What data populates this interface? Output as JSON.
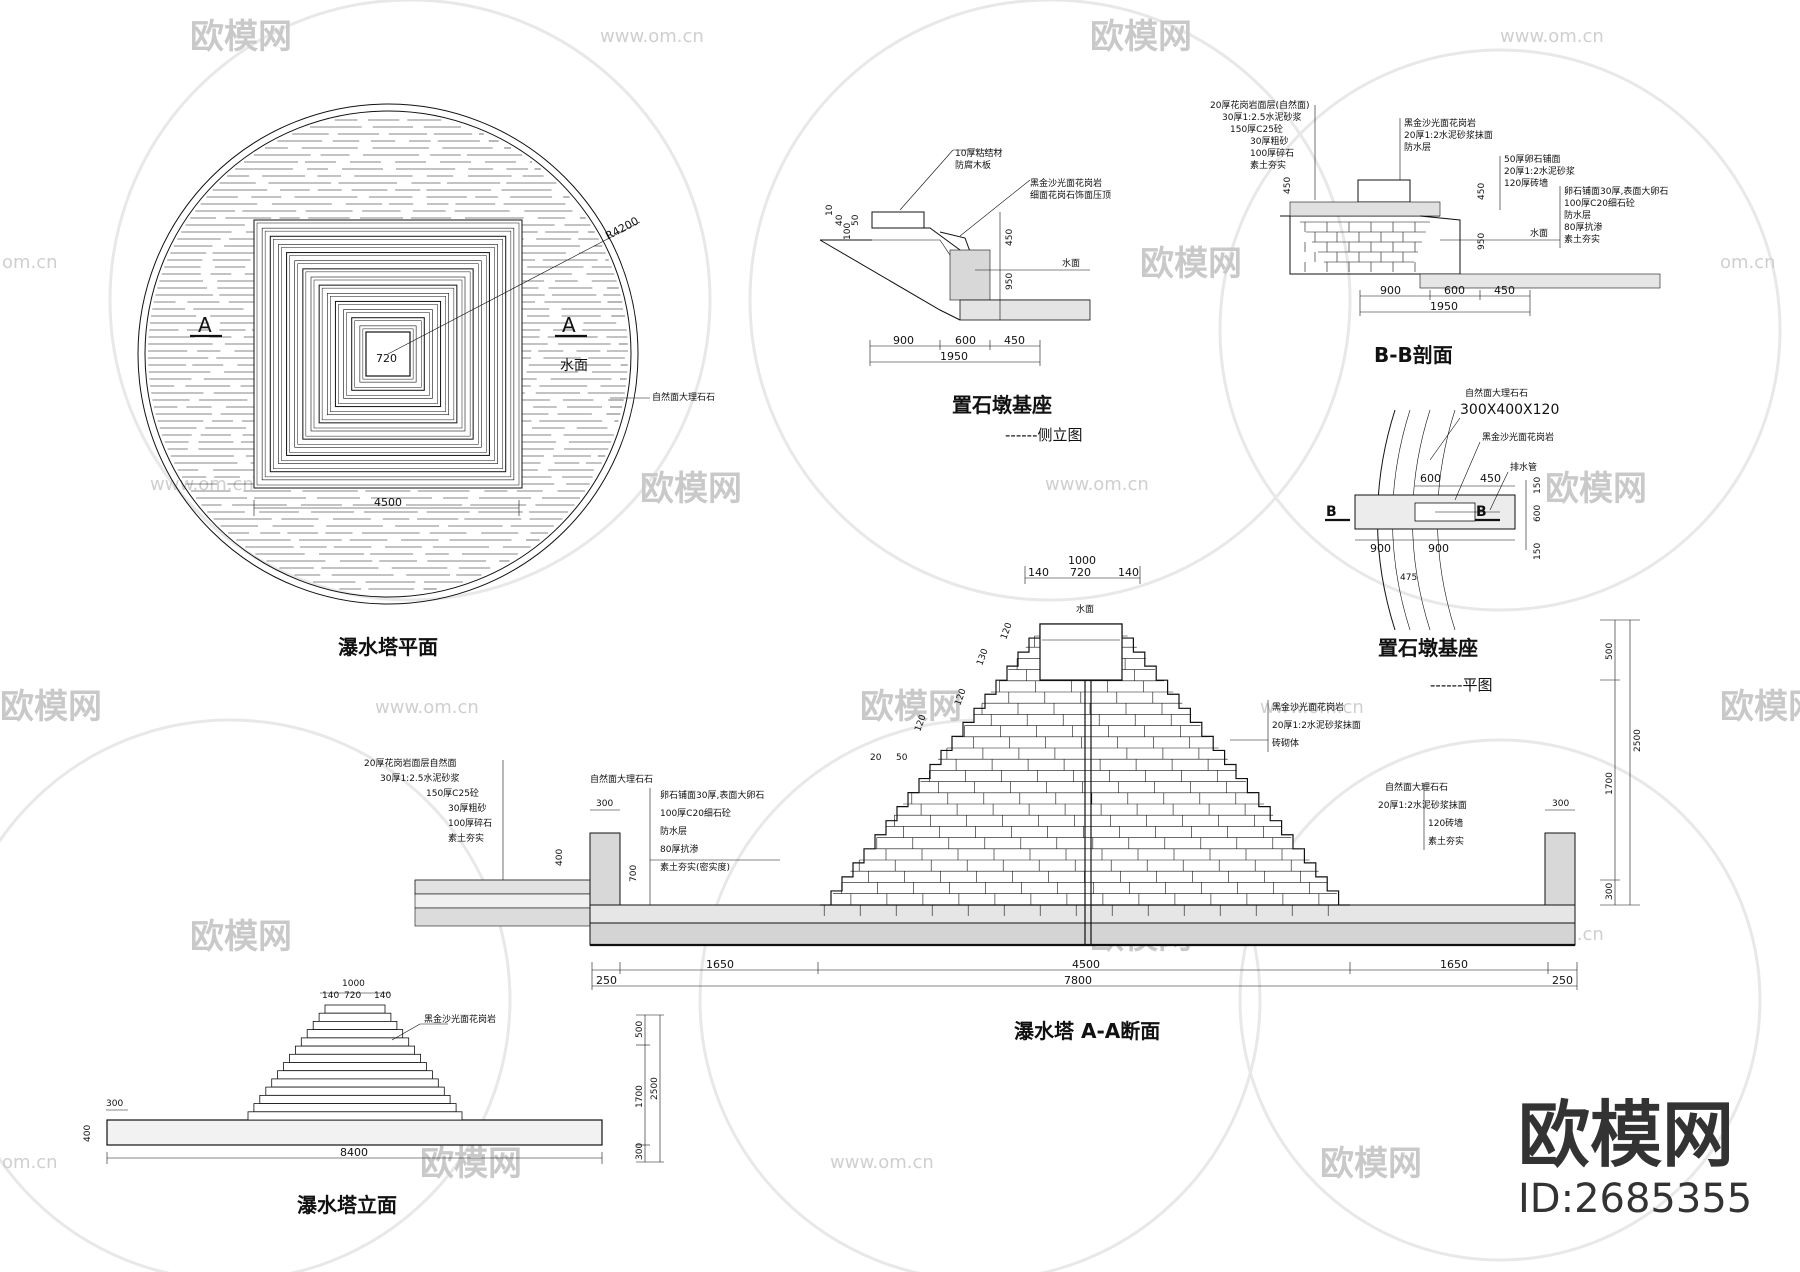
{
  "titles": {
    "plan": "瀑水塔平面",
    "section_aa": "瀑水塔 A-A断面",
    "elevation": "瀑水塔立面",
    "stone_base_side": "置石墩基座",
    "stone_base_side_sub": "------侧立图",
    "bb": "B-B剖面",
    "stone_base_plan": "置石墩基座",
    "stone_base_plan_sub": "------平图"
  },
  "plan": {
    "section_left": "A",
    "section_right": "A",
    "water_label": "水面",
    "radius_label": "R4200",
    "inner_dim": "720",
    "width_dim": "4500",
    "stone_note": "自然面大理石石"
  },
  "side": {
    "dims_bottom": [
      "900",
      "600",
      "450"
    ],
    "dim_total": "1950",
    "dims_left": [
      "10",
      "40",
      "100",
      "50"
    ],
    "dims_right": [
      "450",
      "950"
    ],
    "notes": [
      "10厚粘结材",
      "防腐木板",
      "黑金沙光面花岗岩",
      "细面花岗石饰面压顶"
    ],
    "water_mark": "水面"
  },
  "bb": {
    "dims_bottom": [
      "900",
      "600",
      "450"
    ],
    "dim_total": "1950",
    "dims_right": [
      "450",
      "950"
    ],
    "dim_left": "450",
    "notes_left": [
      "20厚花岗岩面层(自然面)",
      "30厚1:2.5水泥砂浆",
      "150厚C25砼",
      "30厚粗砂",
      "100厚碎石",
      "素土夯实"
    ],
    "notes_mid": [
      "黑金沙光面花岗岩",
      "20厚1:2水泥砂浆抹面",
      "防水层"
    ],
    "notes_right": [
      "50厚卵石铺面",
      "20厚1:2水泥砂浆",
      "120厚砖墙",
      "卵石铺面30厚,表面大卵石",
      "100厚C20细石砼",
      "防水层",
      "80厚抗渗",
      "素土夯实"
    ],
    "water_mark": "水面"
  },
  "stone_plan": {
    "size_note": "300X400X120",
    "stone_note": "自然面大理石石",
    "finish_note": "黑金沙光面花岗岩",
    "drain_note": "排水管",
    "dims_top": [
      "600",
      "450"
    ],
    "dims_bottom": [
      "900",
      "900"
    ],
    "dims_right": [
      "150",
      "600",
      "150"
    ],
    "bottom_dim": "475",
    "cut_left": "B",
    "cut_right": "B"
  },
  "aa": {
    "top_total": "1000",
    "top_parts": [
      "140",
      "720",
      "140"
    ],
    "step_dims": [
      "120",
      "130",
      "120",
      "120",
      "20",
      "50"
    ],
    "water_mark": "水面",
    "notes_left": [
      "20厚花岗岩面层自然面",
      "30厚1:2.5水泥砂浆",
      "150厚C25砼",
      "30厚粗砂",
      "100厚碎石",
      "素土夯实"
    ],
    "notes_basin": [
      "自然面大理石石",
      "卵石铺面30厚,表面大卵石",
      "100厚C20细石砼",
      "防水层",
      "80厚抗渗",
      "素土夯实(密实度)"
    ],
    "notes_tower": [
      "黑金沙光面花岗岩",
      "20厚1:2水泥砂浆抹面",
      "砖砌体"
    ],
    "notes_right": [
      "自然面大理石石",
      "20厚1:2水泥砂浆抹面",
      "120砖墙",
      "素土夯实"
    ],
    "dim_300_left": "300",
    "dim_300_right": "300",
    "dim_400": "400",
    "dim_700": "700",
    "dims_right": [
      "500",
      "1700",
      "300"
    ],
    "dim_right_total": "2500",
    "dims_bottom": [
      "250",
      "1650",
      "4500",
      "1650",
      "250"
    ],
    "dim_bottom_total": "7800"
  },
  "elev": {
    "top_total": "1000",
    "top_parts": [
      "140",
      "720",
      "140"
    ],
    "dim_300": "300",
    "dim_400": "400",
    "width": "8400",
    "dims_right": [
      "500",
      "1700",
      "300"
    ],
    "dim_right_total": "2500",
    "note": "黑金沙光面花岗岩"
  },
  "watermark": {
    "brand": "欧模网",
    "url": "www.om.cn",
    "partial_url": "om.cn",
    "partial_brand": "欧模网"
  },
  "brand_block": {
    "name": "欧模网",
    "id": "ID:2685355"
  }
}
